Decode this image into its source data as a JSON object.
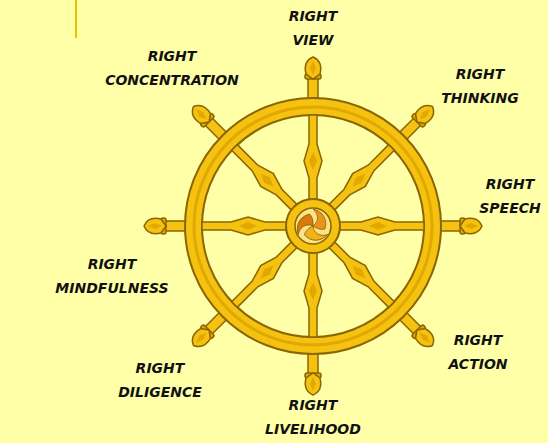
{
  "diagram": {
    "labels": [
      "RIGHT VIEW",
      "RIGHT CONCENTRATION",
      "RIGHT THINKING",
      "RIGHT SPEECH",
      "RIGHT MINDFULNESS",
      "RIGHT ACTION",
      "RIGHT DILIGENCE",
      "RIGHT LIVELIHOOD"
    ]
  }
}
